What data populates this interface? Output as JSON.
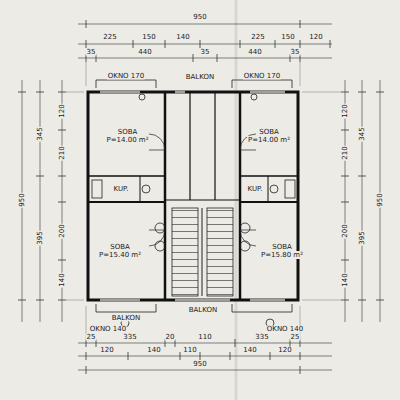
{
  "diagram": {
    "nodes": [
      {
        "text": [
          "SOBA",
          "P=14.00 m²"
        ]
      },
      {
        "text": [
          "SOBA",
          "P=14.00 m²"
        ]
      },
      {
        "text": [
          "KUP."
        ]
      },
      {
        "text": [
          "KUP."
        ]
      },
      {
        "text": [
          "SOBA",
          "P=15.40 m²"
        ]
      },
      {
        "text": [
          "SOBA",
          "P=15.80 m²"
        ]
      }
    ],
    "labels": [
      "950",
      "225",
      "150",
      "140",
      "225",
      "150",
      "120",
      "35",
      "440",
      "35",
      "440",
      "35",
      "BALKON",
      "OKNO 170",
      "OKNO 170",
      "BALKON",
      "OKNO 140",
      "BALKON",
      "OKNO 140",
      "25",
      "335",
      "20",
      "110",
      "335",
      "25",
      "120",
      "140",
      "110",
      "140",
      "120",
      "950",
      "345",
      "395",
      "950",
      "120",
      "210",
      "200",
      "140",
      "345",
      "395",
      "950",
      "120",
      "210",
      "200",
      "140"
    ]
  }
}
